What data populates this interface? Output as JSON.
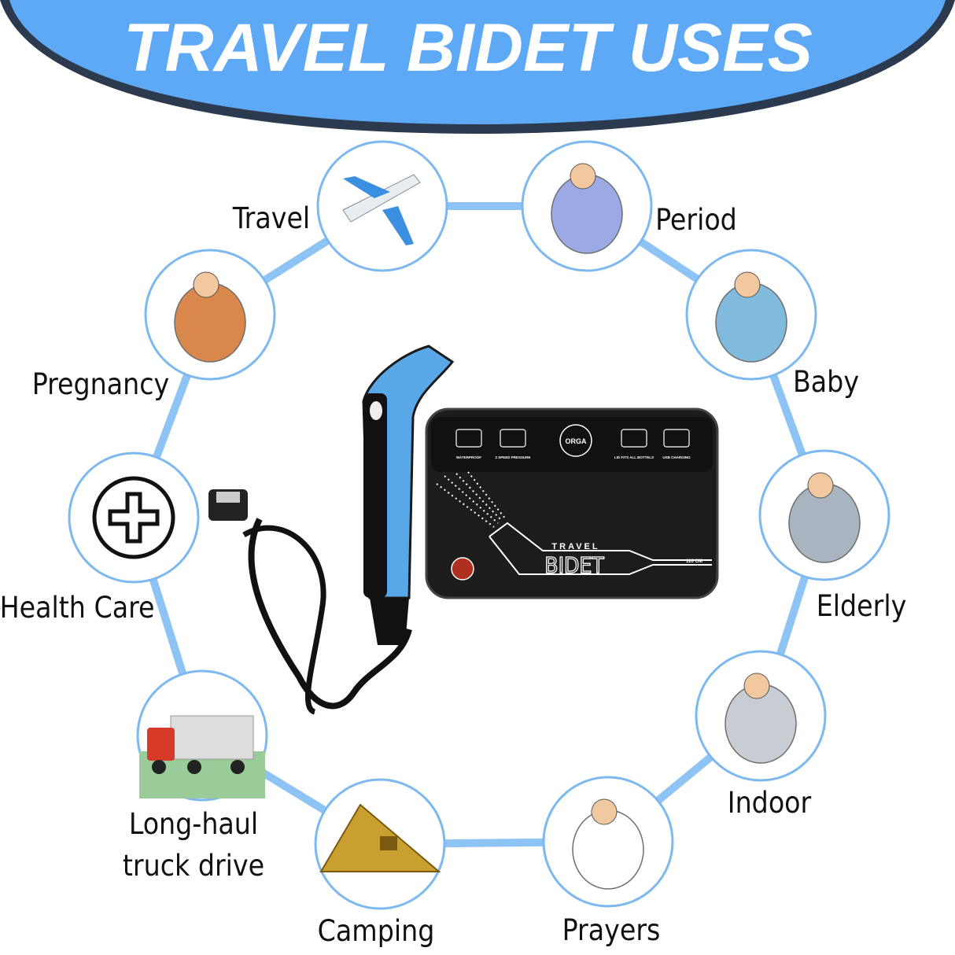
{
  "header": {
    "title": "TRAVEL BIDET USES",
    "color": "#5ea9f5"
  },
  "uses": [
    {
      "label": "Travel",
      "icon": "airplane-icon"
    },
    {
      "label": "Period",
      "icon": "period-pad-icon"
    },
    {
      "label": "Baby",
      "icon": "baby-toilet-icon"
    },
    {
      "label": "Elderly",
      "icon": "elderly-wheelchair-icon"
    },
    {
      "label": "Indoor",
      "icon": "toilet-icon"
    },
    {
      "label": "Prayers",
      "icon": "prayer-icon"
    },
    {
      "label": "Camping",
      "icon": "tent-icon"
    },
    {
      "label": "Long-haul",
      "label2": "truck drive",
      "icon": "truck-icon"
    },
    {
      "label": "Health Care",
      "icon": "health-cross-icon"
    },
    {
      "label": "Pregnancy",
      "icon": "pregnant-woman-icon"
    }
  ],
  "product": {
    "bag_features": [
      "WATERPROOF",
      "2 SPEED PRESSURE",
      "LID FITS ALL BOTTELS",
      "USB CHARGING"
    ],
    "bag_logo": "ORGA",
    "bag_title_small": "TRAVEL",
    "bag_title_big": "BIDET",
    "hose_length": "120 CM"
  },
  "colors": {
    "ring": "#8ec3f5",
    "circle_border": "#7db8f0",
    "header_border": "#2b3a4f"
  }
}
